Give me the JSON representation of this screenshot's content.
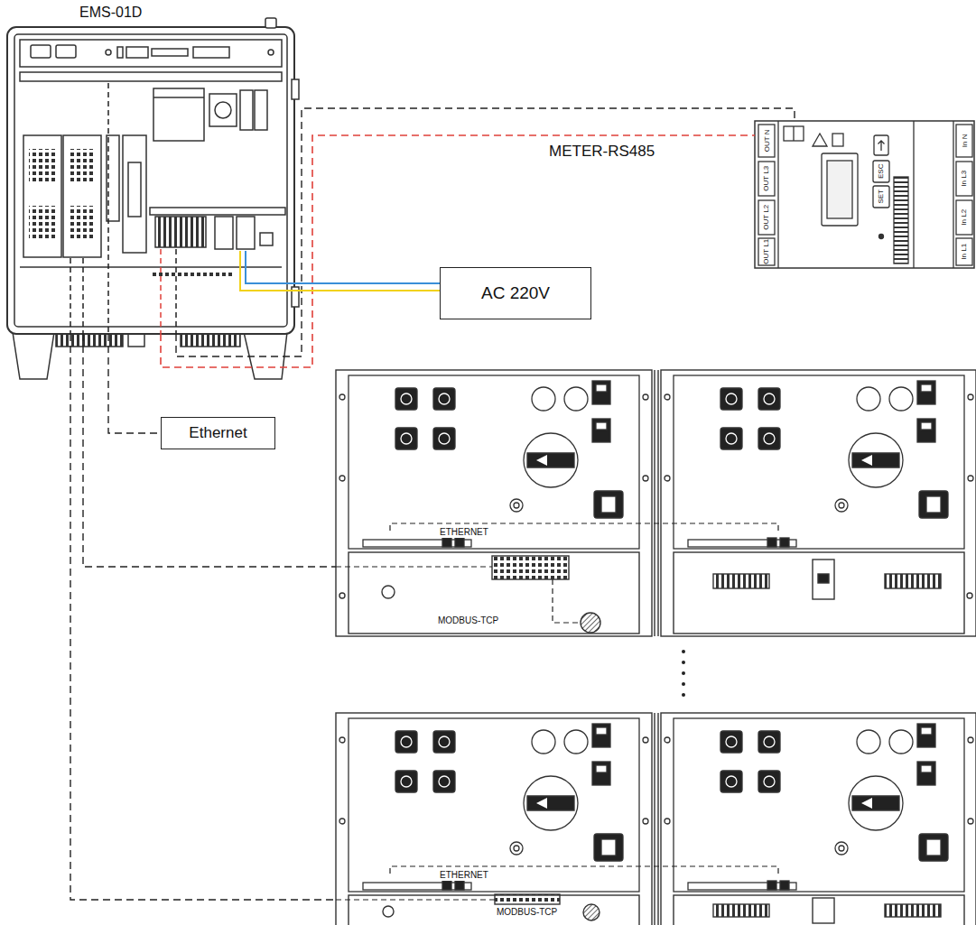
{
  "diagram": {
    "nodes": [
      {
        "text": [
          "EMS-01D"
        ]
      },
      {
        "text": [
          "OUT N",
          "OUT L3",
          "OUT L2",
          "OUT L1",
          "ESC",
          "SET",
          "In N",
          "In L3",
          "In L2",
          "In L1"
        ]
      },
      {
        "text": [
          "AC 220V"
        ]
      },
      {
        "text": [
          "Ethernet"
        ]
      },
      {
        "text": [
          "ETHERNET",
          "MODBUS-TCP"
        ]
      },
      {
        "text": [
          "ETHERNET",
          "MODBUS-TCP"
        ]
      }
    ],
    "edges": [
      {
        "from": 0,
        "to": 1,
        "label": "METER-RS485",
        "arrow": "none"
      },
      {
        "from": 0,
        "to": 1,
        "arrow": "none"
      },
      {
        "from": 0,
        "to": 2,
        "arrow": "none"
      },
      {
        "from": 0,
        "to": 3,
        "arrow": "none"
      },
      {
        "from": 0,
        "to": 4,
        "arrow": "none"
      },
      {
        "from": 0,
        "to": 5,
        "arrow": "none"
      }
    ]
  }
}
